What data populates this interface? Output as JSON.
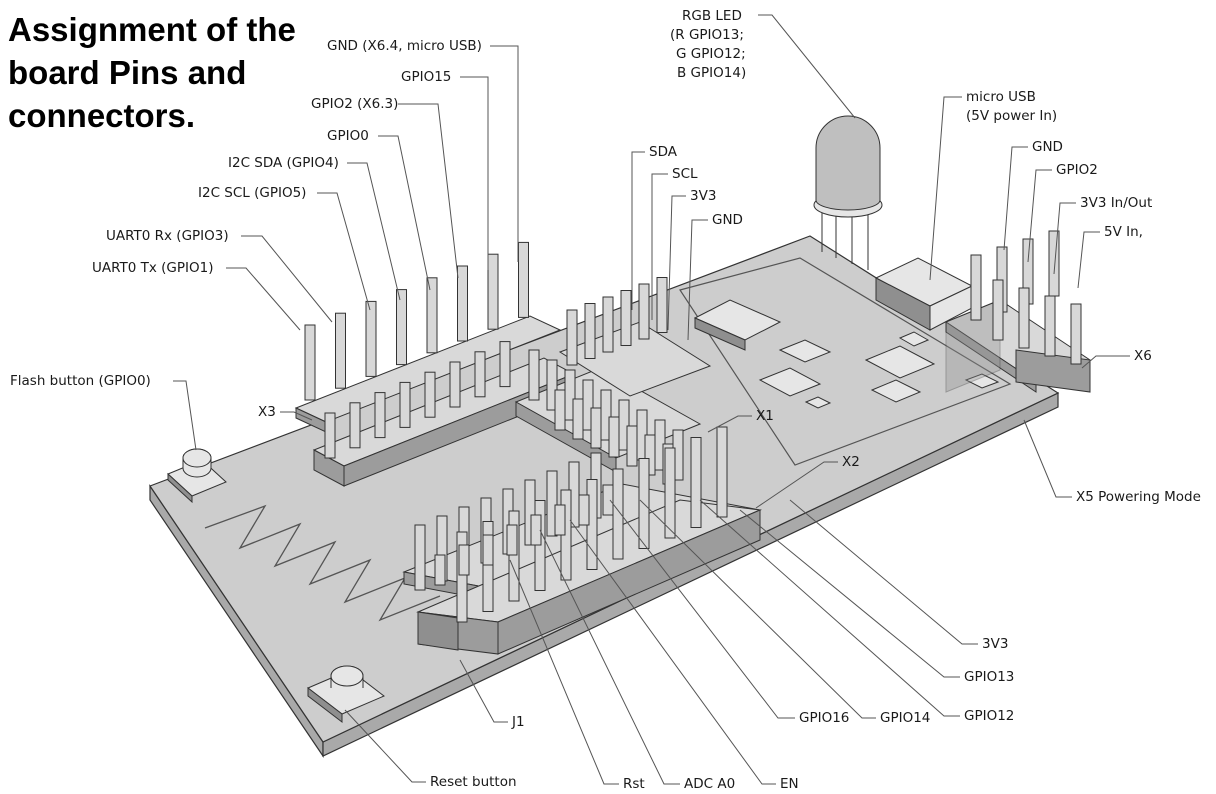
{
  "title": {
    "line1": "Assignment of the",
    "line2": "board Pins and",
    "line3": "connectors."
  },
  "labels": {
    "rgb_led_1": "RGB LED",
    "rgb_led_2": "(R GPIO13;",
    "rgb_led_3": "G GPIO12;",
    "rgb_led_4": "B GPIO14)",
    "gnd_x64": "GND (X6.4, micro USB)",
    "gpio15": "GPIO15",
    "gpio2_x63": "GPIO2 (X6.3)",
    "gpio0": "GPIO0",
    "i2c_sda": "I2C SDA (GPIO4)",
    "i2c_scl": "I2C SCL (GPIO5)",
    "uart_rx": "UART0 Rx (GPIO3)",
    "uart_tx": "UART0 Tx (GPIO1)",
    "sda": "SDA",
    "scl": "SCL",
    "v3v3_top": "3V3",
    "gnd_top": "GND",
    "micro_usb_1": "micro USB",
    "micro_usb_2": "(5V power In)",
    "x6_gnd": "GND",
    "x6_gpio2": "GPIO2",
    "x6_3v3": "3V3 In/Out",
    "x6_5v": "5V In,",
    "x6": "X6",
    "flash": "Flash button (GPIO0)",
    "x3": "X3",
    "x1": "X1",
    "x2": "X2",
    "x5": "X5 Powering Mode",
    "bottom_3v3": "3V3",
    "gpio13": "GPIO13",
    "gpio12": "GPIO12",
    "gpio14": "GPIO14",
    "gpio16": "GPIO16",
    "j1": "J1",
    "reset": "Reset button",
    "rst": "Rst",
    "adc": "ADC A0",
    "en": "EN"
  }
}
